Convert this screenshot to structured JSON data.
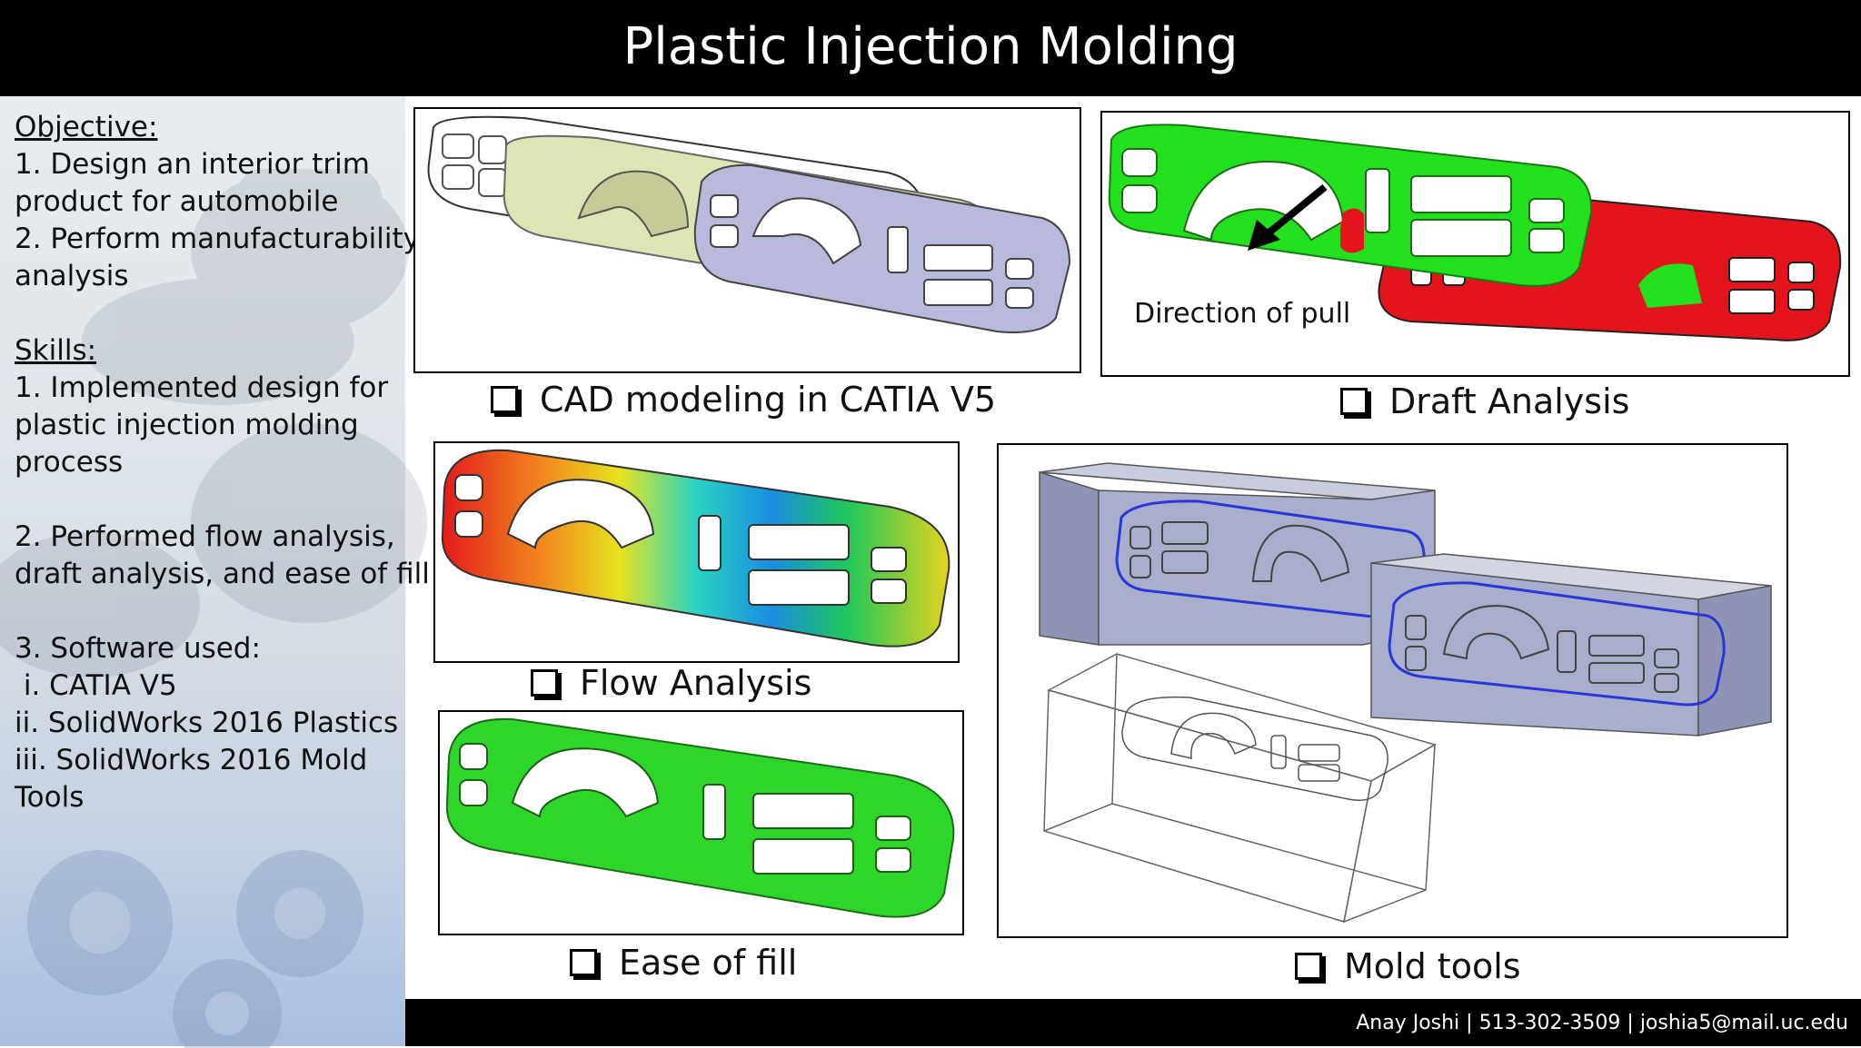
{
  "header": {
    "title": "Plastic Injection Molding"
  },
  "sidebar": {
    "objective_heading": "Objective:",
    "objective_lines": [
      "1. Design an interior trim",
      "product for automobile",
      "2. Perform manufacturability",
      "analysis"
    ],
    "skills_heading": "Skills:",
    "skills_lines_1": [
      "1. Implemented design for",
      "plastic injection molding",
      "process"
    ],
    "skills_lines_2": [
      "2. Performed flow analysis,",
      "draft analysis, and ease of fill"
    ],
    "software_lines": [
      "3. Software used:",
      " i. CATIA V5",
      "ii. SolidWorks 2016 Plastics",
      "iii. SolidWorks 2016 Mold",
      "Tools"
    ]
  },
  "panels": {
    "cad": {
      "caption": "CAD modeling in CATIA V5",
      "face_color": "#b9b9dc",
      "mid_color": "#d9e0b0"
    },
    "draft": {
      "caption": "Draft Analysis",
      "annotation": "Direction of pull",
      "green": "#22e01e",
      "red": "#e3141b"
    },
    "flow": {
      "caption": "Flow Analysis"
    },
    "ease": {
      "caption": "Ease of fill",
      "green": "#2fd62a"
    },
    "mold": {
      "caption": "Mold tools",
      "block_color": "#a9aecc",
      "parting_line": "#2a36d8"
    }
  },
  "footer": {
    "contact": "Anay Joshi | 513-302-3509 | joshia5@mail.uc.edu"
  }
}
